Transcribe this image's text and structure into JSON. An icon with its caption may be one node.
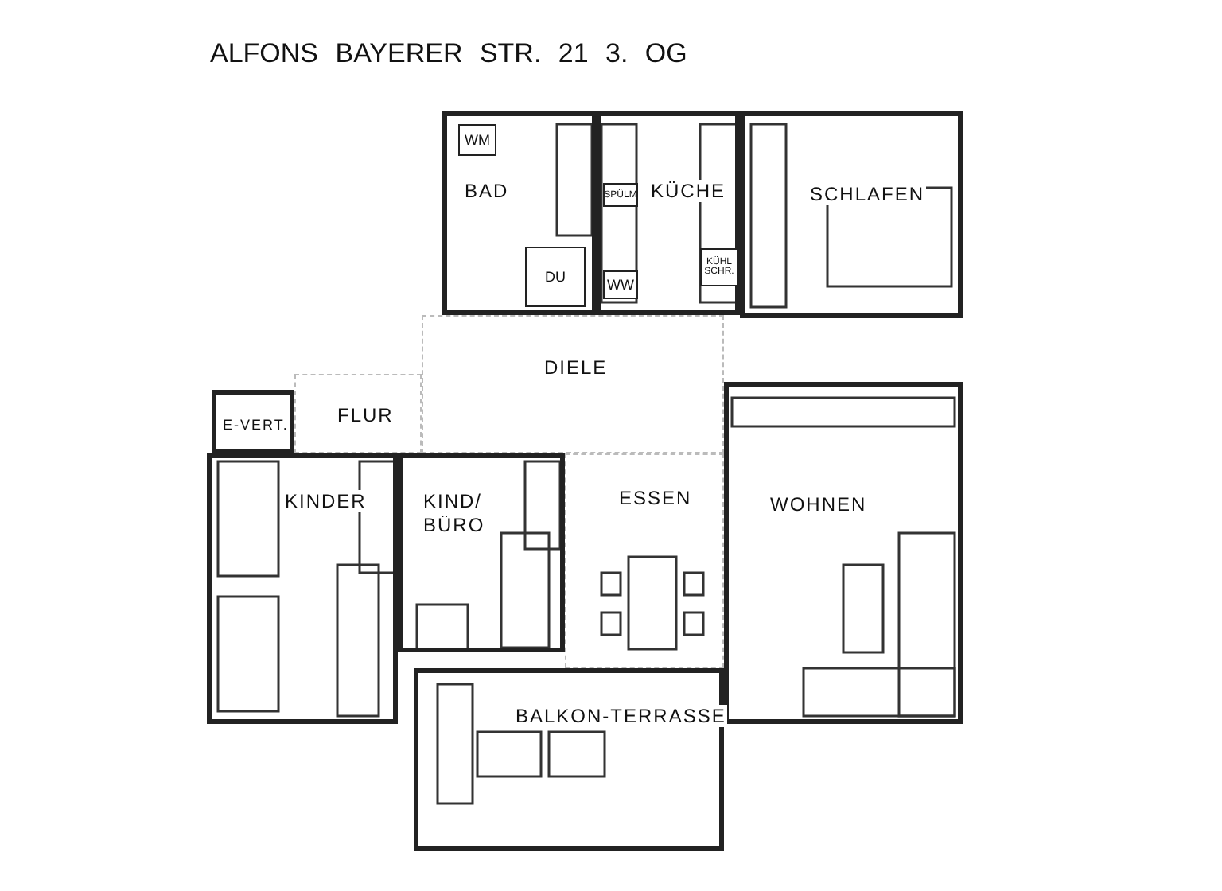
{
  "diagram": {
    "title": "ALFONS BAYERER STR. 21 3. OG",
    "nodes": [
      {
        "text": [
          "BAD"
        ]
      },
      {
        "text": [
          "WM"
        ],
        "in": 0
      },
      {
        "text": [
          "DU"
        ],
        "in": 0
      },
      {
        "text": [
          "KÜCHE"
        ]
      },
      {
        "text": [
          "SPÜLM"
        ],
        "in": 3
      },
      {
        "text": [
          "WW"
        ],
        "in": 3
      },
      {
        "text": [
          "KÜHL SCHR."
        ],
        "in": 3
      },
      {
        "text": [
          "SCHLAFEN"
        ]
      },
      {
        "text": [
          "DIELE"
        ]
      },
      {
        "text": [
          "FLUR"
        ]
      },
      {
        "text": [
          "E-VERT."
        ]
      },
      {
        "text": [
          "KINDER"
        ]
      },
      {
        "text": [
          "KIND/ BÜRO"
        ]
      },
      {
        "text": [
          "ESSEN"
        ]
      },
      {
        "text": [
          "WOHNEN"
        ]
      },
      {
        "text": [
          "BALKON-TERRASSE"
        ]
      }
    ]
  }
}
